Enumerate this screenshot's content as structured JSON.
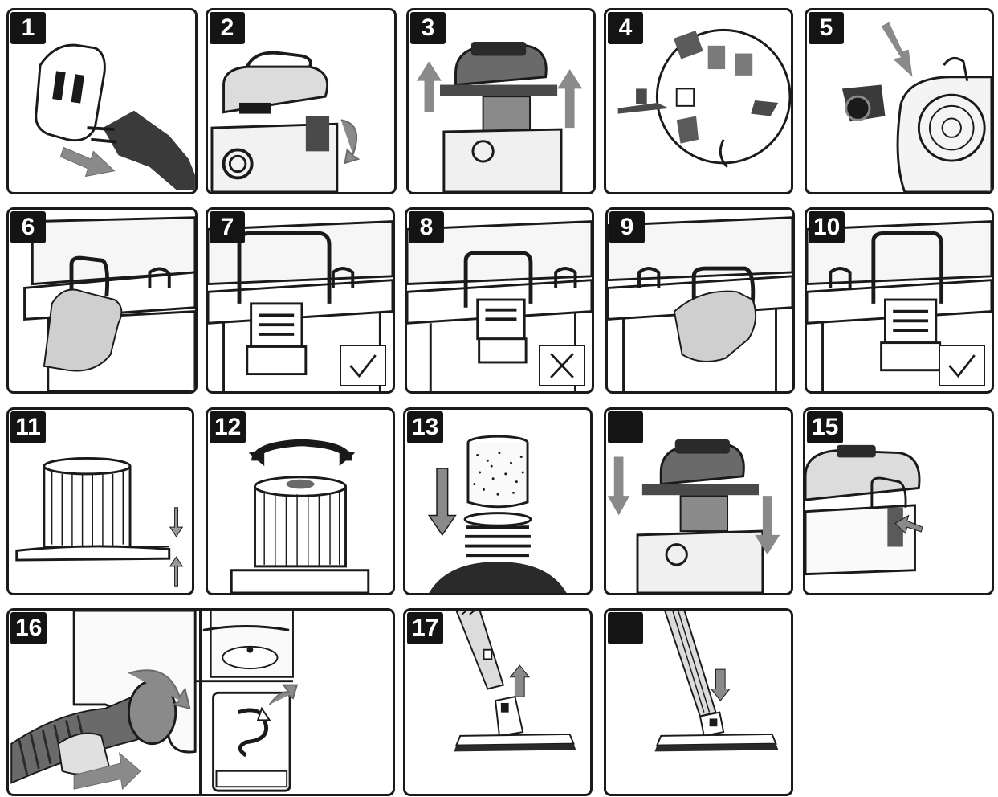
{
  "steps": {
    "s1": "1",
    "s2": "2",
    "s3": "3",
    "s4": "4",
    "s5": "5",
    "s6": "6",
    "s7": "7",
    "s8": "8",
    "s9": "9",
    "s10": "10",
    "s11": "11",
    "s12": "12",
    "s13": "13",
    "s14": "",
    "s15": "15",
    "s16": "16",
    "s17": "17",
    "s18": ""
  },
  "colors": {
    "outline": "#1a1a1a",
    "arrow": "#8a8a8a",
    "fill_dark": "#555555",
    "fill_mid": "#9a9a9a"
  }
}
